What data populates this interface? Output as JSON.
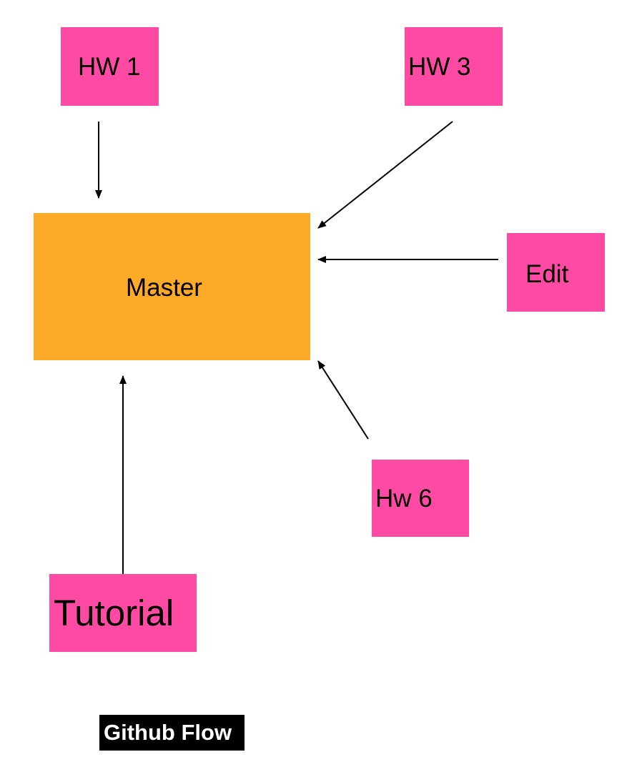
{
  "colors": {
    "branch": "#ff4aa4",
    "master": "#fcaa28",
    "arrow": "#000000",
    "caption_bg": "#000000",
    "caption_text": "#ffffff"
  },
  "nodes": {
    "hw1": "HW 1",
    "hw3": "HW 3",
    "edit": "Edit",
    "master": "Master",
    "hw6": "Hw 6",
    "tutorial": "Tutorial"
  },
  "caption": "Github Flow"
}
